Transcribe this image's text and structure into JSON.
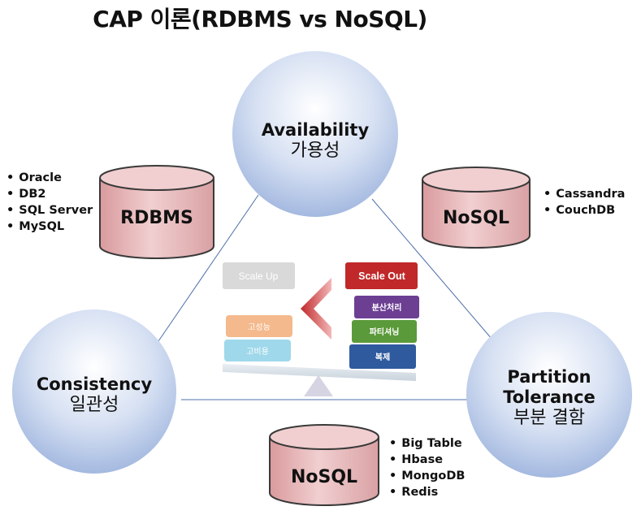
{
  "title": "CAP 이론(RDBMS vs NoSQL)",
  "availability": {
    "en": "Availability",
    "ko": "가용성"
  },
  "consistency": {
    "en": "Consistency",
    "ko": "일관성"
  },
  "partition": {
    "en1": "Partition",
    "en2": "Tolerance",
    "ko": "부분 결함"
  },
  "db_rdbms": {
    "label": "RDBMS",
    "items": [
      "Oracle",
      "DB2",
      "SQL Server",
      "MySQL"
    ]
  },
  "db_nosql_ap": {
    "label": "NoSQL",
    "items": [
      "Cassandra",
      "CouchDB"
    ]
  },
  "db_nosql_cp": {
    "label": "NoSQL",
    "items": [
      "Big Table",
      "Hbase",
      "MongoDB",
      "Redis"
    ]
  },
  "scale": {
    "up": "Scale Up",
    "out": "Scale Out",
    "left_blocks": [
      "고성능",
      "고비용"
    ],
    "right_blocks": [
      "분산처리",
      "파티셔닝",
      "복제"
    ]
  },
  "colors": {
    "circle": "#a4b9e0",
    "cylinder": "#e5b6b8",
    "scale_out": "#c0282a",
    "scale_up": "#d9d9d9",
    "purple_block": "#6c3f93",
    "green_block": "#5b9a3a",
    "blue_block": "#2f5a9e",
    "orange_block": "#f4b98c",
    "cyan_block": "#9fd8ea"
  }
}
